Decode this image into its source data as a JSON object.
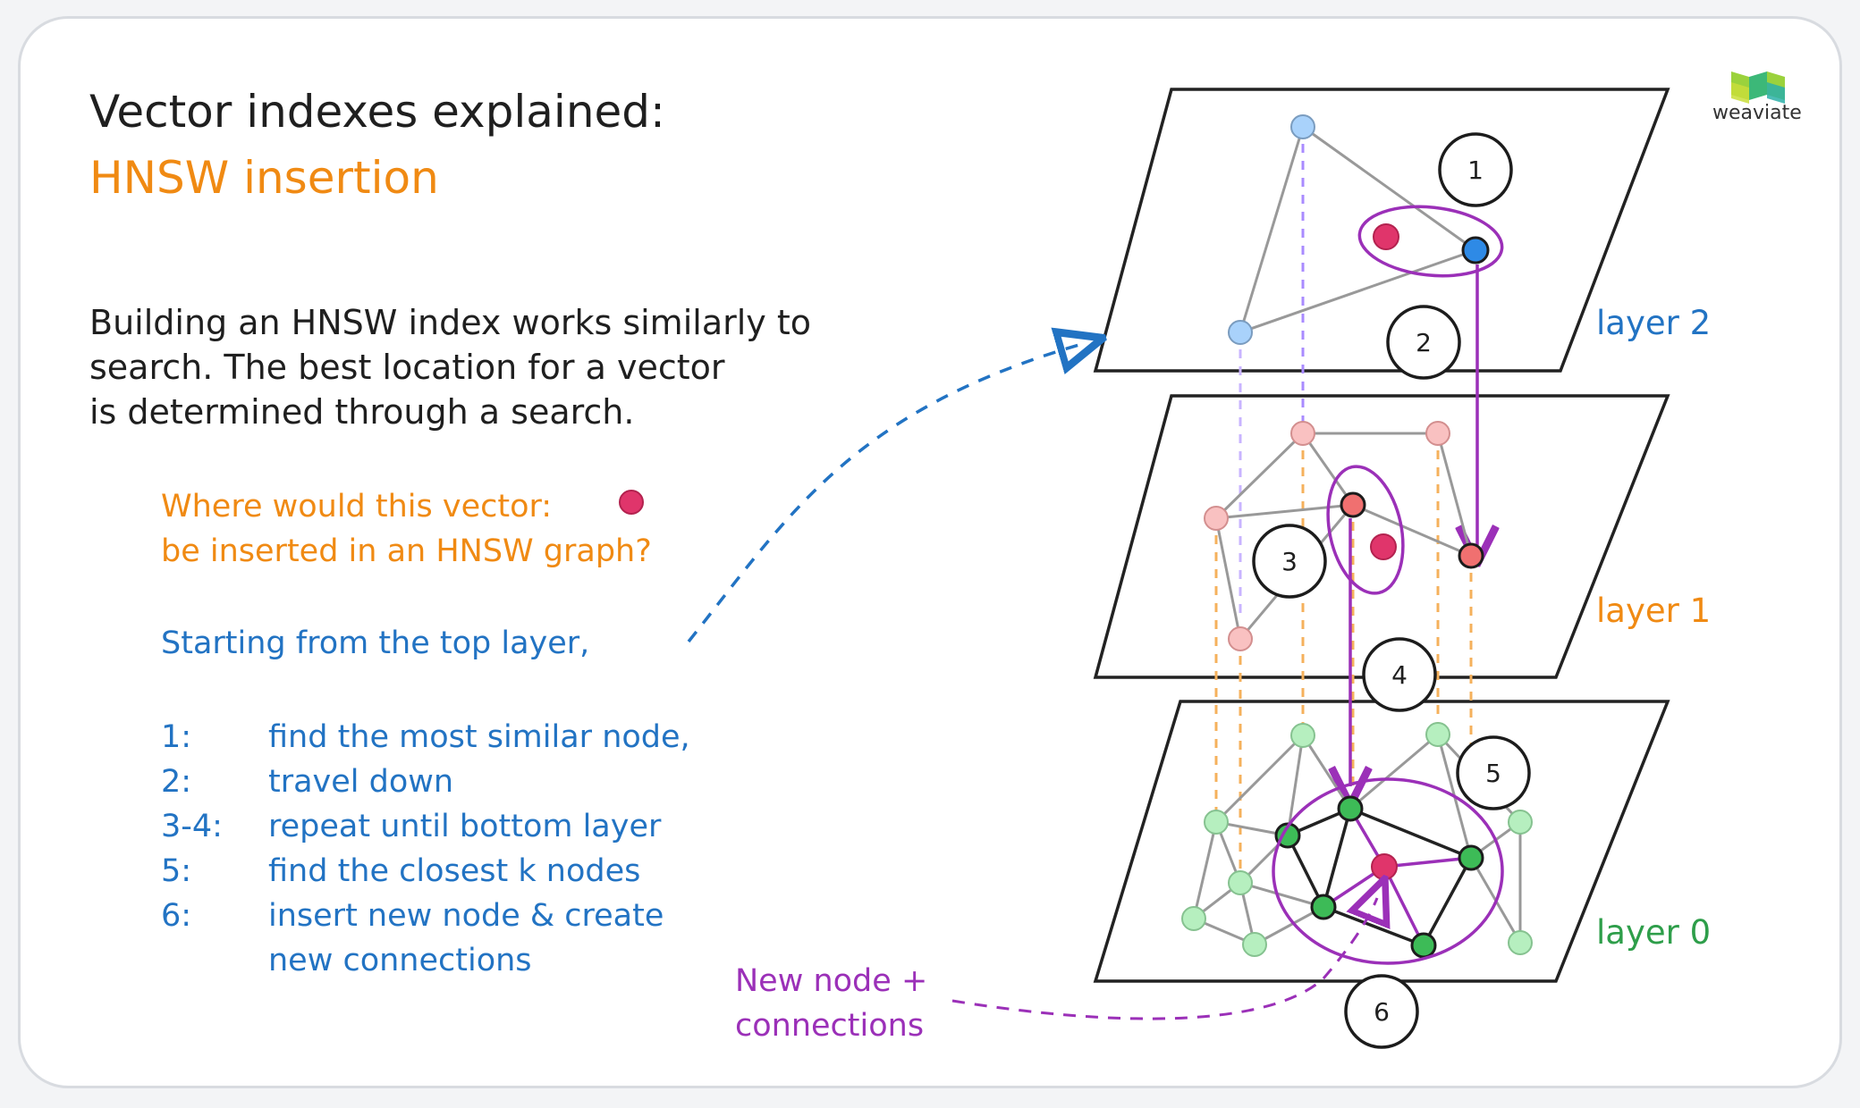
{
  "title": "Vector indexes explained:",
  "subtitle": "HNSW insertion",
  "intro": [
    "Building an HNSW index works similarly to",
    "search. The best location for a vector",
    "is determined through a search."
  ],
  "question": [
    "Where would this vector:",
    "be inserted in an HNSW graph?"
  ],
  "start": "Starting from the top layer,",
  "steps": [
    {
      "num": "1:",
      "text": "find the most similar node,"
    },
    {
      "num": "2:",
      "text": "travel down"
    },
    {
      "num": "3-4:",
      "text": "repeat until bottom layer"
    },
    {
      "num": "5:",
      "text": "find the closest k nodes"
    },
    {
      "num": "6:",
      "text": "insert new node & create"
    },
    {
      "num": "",
      "text": "new connections"
    }
  ],
  "layers": {
    "layer2": "layer 2",
    "layer1": "layer 1",
    "layer0": "layer 0"
  },
  "new_node_label": [
    "New node +",
    "connections"
  ],
  "markers": [
    "1",
    "2",
    "3",
    "4",
    "5",
    "6"
  ],
  "logo": {
    "text": "weaviate"
  },
  "colors": {
    "orange": "#f08a13",
    "blue": "#2273c3",
    "green": "#2e9e4a",
    "purple": "#9b30b8",
    "query_node": "#e0356b"
  }
}
